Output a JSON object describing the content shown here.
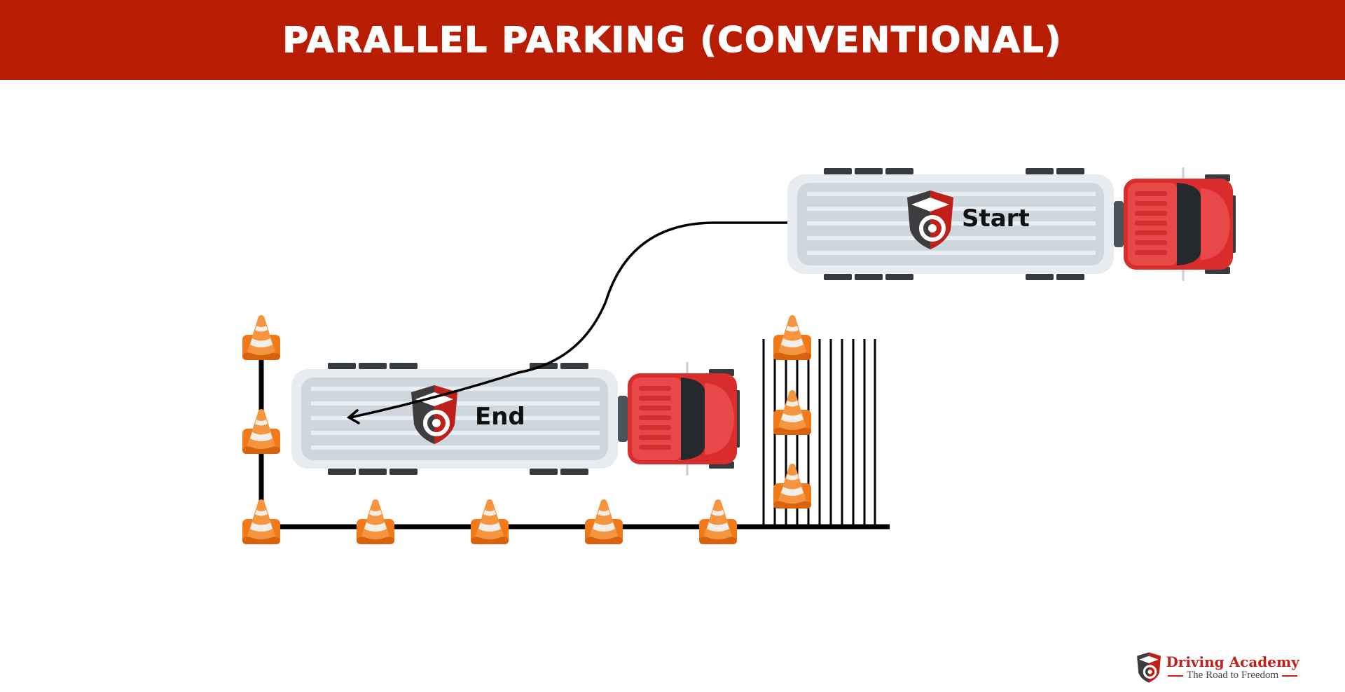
{
  "header": {
    "title": "PARALLEL PARKING (CONVENTIONAL)"
  },
  "trucks": {
    "start": {
      "label": "Start"
    },
    "end": {
      "label": "End"
    }
  },
  "brand": {
    "name": "Driving Academy",
    "tagline": "The Road to Freedom"
  },
  "colors": {
    "header": "#B81C02",
    "cab": "#E03A3A",
    "trailer": "#E4EAEE",
    "cone": "#F07A1A"
  }
}
